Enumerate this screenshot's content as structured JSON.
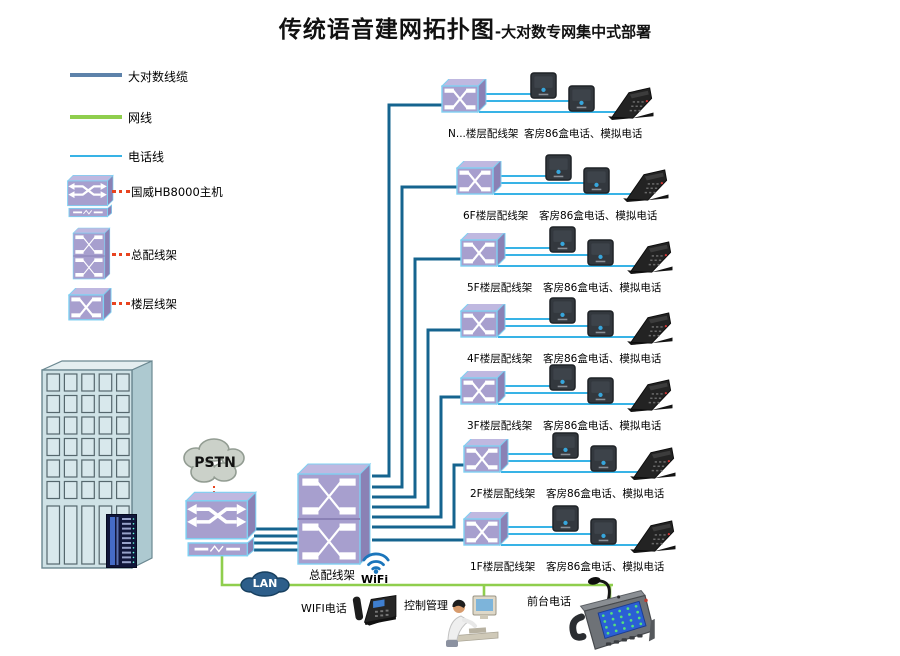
{
  "title": {
    "main": "传统语音建网拓扑图",
    "sub": "-大对数专网集中式部署"
  },
  "legend": {
    "lines": [
      {
        "label": "大对数线缆",
        "color": "#5d82aa"
      },
      {
        "label": "网线",
        "color": "#8fce4d"
      },
      {
        "label": "电话线",
        "color": "#38b3e6"
      }
    ],
    "devices": [
      {
        "label": "国威HB8000主机",
        "icon": "host-switch-icon"
      },
      {
        "label": "总配线架",
        "icon": "distribution-rack-icon"
      },
      {
        "label": "楼层线架",
        "icon": "floor-frame-icon"
      }
    ]
  },
  "nodes": {
    "pstn": "PSTN",
    "lan": "LAN",
    "wifi": "WiFi",
    "main_frame": "总配线架",
    "wifi_phone": "WIFI电话",
    "control": "控制管理",
    "front_desk_phone": "前台电话"
  },
  "floors": [
    {
      "frame": "N...楼层配线架",
      "devices": "客房86盒电话、模拟电话"
    },
    {
      "frame": "6F楼层配线架",
      "devices": "客房86盒电话、模拟电话"
    },
    {
      "frame": "5F楼层配线架",
      "devices": "客房86盒电话、模拟电话"
    },
    {
      "frame": "4F楼层配线架",
      "devices": "客房86盒电话、模拟电话"
    },
    {
      "frame": "3F楼层配线架",
      "devices": "客房86盒电话、模拟电话"
    },
    {
      "frame": "2F楼层配线架",
      "devices": "客房86盒电话、模拟电话"
    },
    {
      "frame": "1F楼层配线架",
      "devices": "客房86盒电话、模拟电话"
    }
  ],
  "icons": [
    "pstn-cloud-icon",
    "lan-cloud-icon",
    "wifi-icon",
    "building-icon",
    "server-rack-photo-icon",
    "host-switch-icon",
    "distribution-rack-icon",
    "floor-frame-icon",
    "wall-socket-86-icon",
    "room-phone-icon",
    "wifi-desk-phone-icon",
    "operator-computer-icon",
    "front-desk-phone-icon"
  ],
  "colors": {
    "trunk_cable": "#15648f",
    "legend_trunk": "#5d82aa",
    "lan_cable": "#8fce4d",
    "phone_cable": "#38b3e6",
    "dotted_link": "#e8431f",
    "device_front": "#a79fce",
    "device_top": "#bfb8e0",
    "device_side": "#8a81b5",
    "device_border": "#7fd0f2",
    "cloud_fill": "#cbd1c9",
    "lan_fill": "#2d5e8a",
    "building_face": "#cfe2e6"
  }
}
